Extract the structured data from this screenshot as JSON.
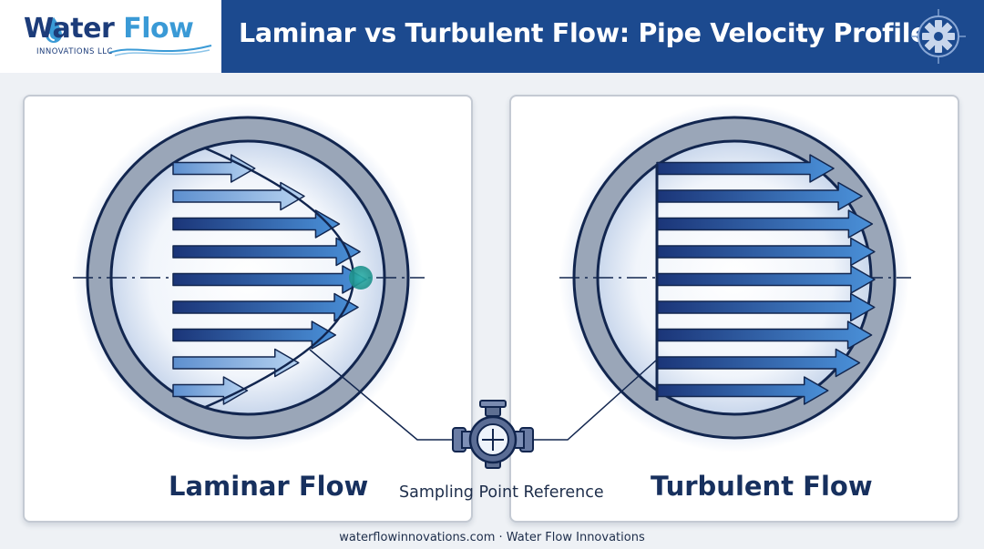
{
  "brand": {
    "name_part1": "Water",
    "name_part2": "Flow",
    "subtitle": "INNOVATIONS LLC"
  },
  "header": {
    "title": "Laminar vs Turbulent Flow: Pipe Velocity Profiles",
    "icon": "gear-icon"
  },
  "panels": {
    "laminar": {
      "label": "Laminar Flow",
      "profile": "parabolic",
      "arrow_count": 9
    },
    "turbulent": {
      "label": "Turbulent Flow",
      "profile": "flat",
      "arrow_count": 9
    }
  },
  "sampling": {
    "label": "Sampling Point Reference",
    "icon": "sampling-valve-icon"
  },
  "footer": {
    "text": "waterflowinnovations.com · Water Flow Innovations"
  },
  "colors": {
    "header_bg": "#1c4a8f",
    "brand_dark": "#1c3c7a",
    "brand_light": "#3a9ad6",
    "pipe_wall": "#9aa6b8",
    "arrow_dark": "#1e3c82",
    "arrow_light": "#4a8ed6",
    "highlight": "#2aa6a0"
  }
}
